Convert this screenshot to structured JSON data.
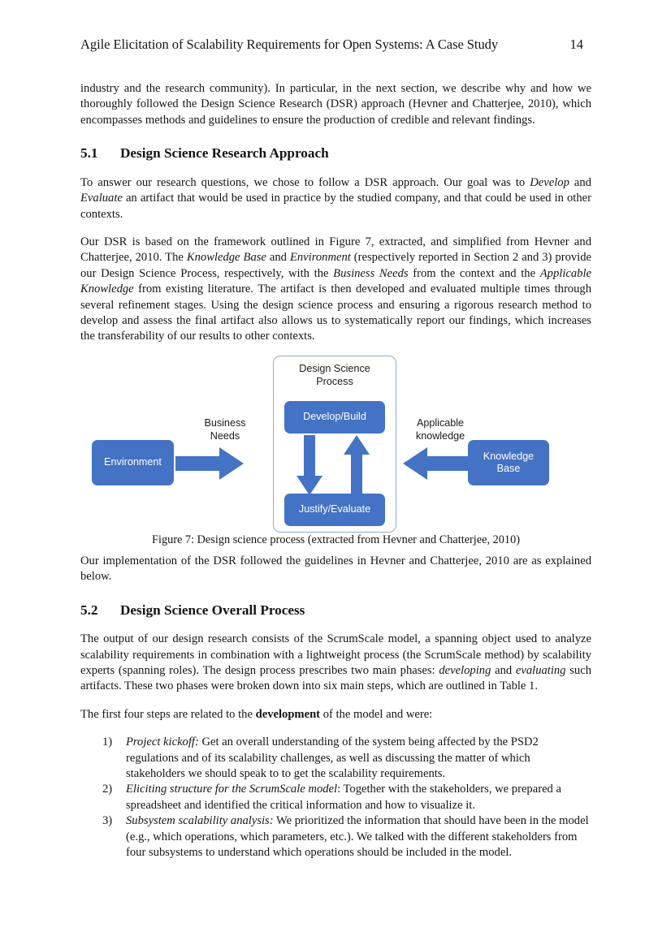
{
  "header": {
    "title": "Agile Elicitation of Scalability Requirements for Open Systems: A Case Study",
    "page_number": "14"
  },
  "body": {
    "intro_paragraph": "industry and the research community). In particular, in the next section, we describe why and how we thoroughly followed the Design Science Research (DSR) approach (Hevner and Chatterjee, 2010), which encompasses methods and guidelines to ensure the production of credible and relevant findings."
  },
  "section_5_1": {
    "number": "5.1",
    "title": "Design Science Research Approach",
    "paragraph_1_part_1": "To answer our research questions, we chose to follow a DSR approach. Our goal was to ",
    "paragraph_1_italic_1": "Develop",
    "paragraph_1_part_2": " and ",
    "paragraph_1_italic_2": "Evaluate",
    "paragraph_1_part_3": " an artifact that would be used in practice by the studied company, and that could be used in other contexts.",
    "paragraph_2_part_1": "Our DSR is based on the framework outlined in Figure 7, extracted, and simplified from Hevner and Chatterjee, 2010. The ",
    "paragraph_2_italic_1": "Knowledge Base",
    "paragraph_2_part_2": " and ",
    "paragraph_2_italic_2": "Environment",
    "paragraph_2_part_3": " (respectively reported in Section 2 and 3) provide our Design Science Process, respectively, with the ",
    "paragraph_2_italic_3": "Business Needs",
    "paragraph_2_part_4": " from the context and the ",
    "paragraph_2_italic_4": "Applicable Knowledge",
    "paragraph_2_part_5": " from existing literature. The artifact is then developed and evaluated multiple times through several refinement stages. Using the design science process and ensuring a rigorous research method to develop and assess the final artifact also allows us to systematically report our findings, which increases the transferability of our results to other contexts."
  },
  "figure": {
    "caption": "Figure 7: Design science process (extracted from Hevner and Chatterjee, 2010)",
    "accent_color": "#4472C4",
    "container_border_color": "#8FAADC",
    "nodes": {
      "process_container_title_line1": "Design Science",
      "process_container_title_line2": "Process",
      "develop_build": "Develop/Build",
      "justify_evaluate": "Justify/Evaluate",
      "environment": "Environment",
      "knowledge_base_line1": "Knowledge",
      "knowledge_base_line2": "Base"
    },
    "edge_labels": {
      "business_needs_line1": "Business",
      "business_needs_line2": "Needs",
      "applicable_knowledge_line1": "Applicable",
      "applicable_knowledge_line2": "knowledge"
    }
  },
  "after_figure": {
    "paragraph": "Our implementation of the DSR followed the guidelines in Hevner and Chatterjee, 2010 are as explained below."
  },
  "section_5_2": {
    "number": "5.2",
    "title": "Design Science Overall Process",
    "paragraph_1_part_1": "The output of our design research consists of the ScrumScale model, a spanning object used to analyze scalability requirements in combination with a lightweight process (the ScrumScale method) by scalability experts (spanning roles). The design process prescribes two main phases: ",
    "paragraph_1_italic_1": "developing",
    "paragraph_1_part_2": " and ",
    "paragraph_1_italic_2": "evaluating",
    "paragraph_1_part_3": " such artifacts. These two phases were broken down into six main steps, which are outlined in Table 1.",
    "list_lead_in_part_1": "The first four steps are related to the ",
    "list_lead_in_bold": "development",
    "list_lead_in_part_2": " of the model and were:",
    "steps": [
      {
        "marker": "1)",
        "title": "Project kickoff:",
        "text": " Get an overall understanding of the system being affected by the PSD2 regulations and of its scalability challenges, as well as discussing the matter of which stakeholders we should speak to to get the scalability requirements."
      },
      {
        "marker": "2)",
        "title": "Eliciting structure for the ScrumScale model",
        "text": ": Together with the stakeholders, we prepared a spreadsheet and identified the critical information and how to visualize it."
      },
      {
        "marker": "3)",
        "title": "Subsystem scalability analysis:",
        "text": " We prioritized the information that should have been in the model (e.g., which operations, which parameters, etc.). We talked with the different stakeholders from four subsystems to understand which operations should be included in the model."
      }
    ]
  }
}
